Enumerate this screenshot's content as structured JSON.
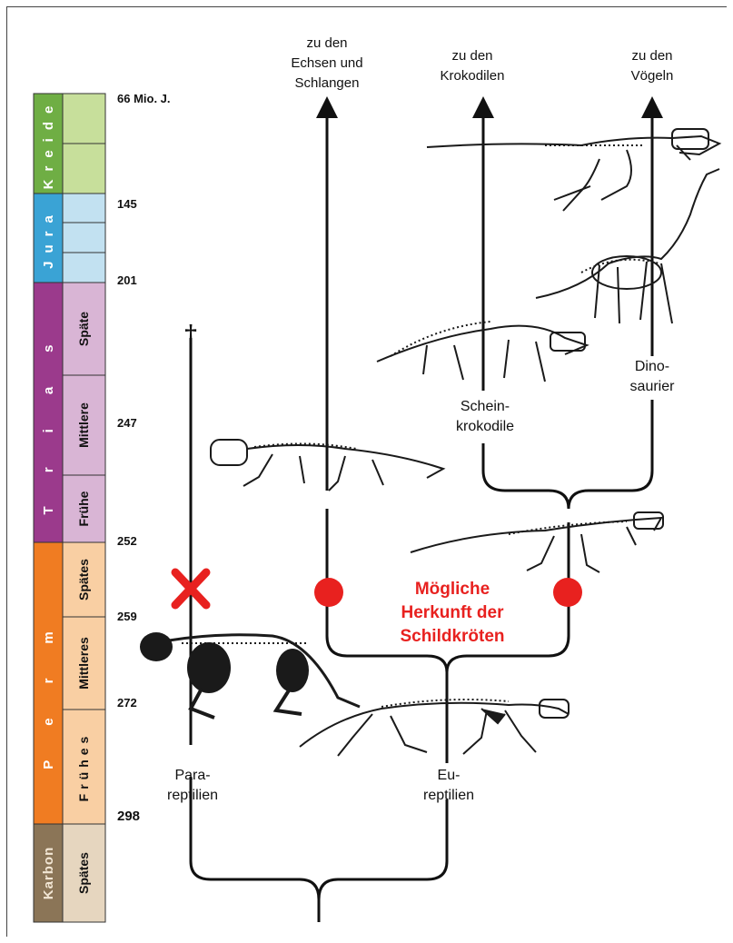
{
  "timescale": {
    "periods": [
      {
        "name": "Kreide",
        "color": "#6fae44"
      },
      {
        "name": "Jura",
        "color": "#3aa3d5"
      },
      {
        "name": "Trias",
        "color": "#9b3a8c"
      },
      {
        "name": "Perm",
        "color": "#f07c22"
      },
      {
        "name": "Karbon",
        "color": "#8b7557"
      }
    ],
    "epochs": [
      {
        "name": "Späte"
      },
      {
        "name": "Mittlere"
      },
      {
        "name": "Frühe"
      },
      {
        "name": "Spätes"
      },
      {
        "name": "Mittleres"
      },
      {
        "name": "Frühes"
      },
      {
        "name": "Spätes"
      }
    ],
    "ages": [
      "66 Mio. J.",
      "145",
      "201",
      "247",
      "252",
      "259",
      "272",
      "298"
    ]
  },
  "labels": {
    "lizards": [
      "zu den",
      "Echsen und",
      "Schlangen"
    ],
    "crocodiles": [
      "zu den",
      "Krokodilen"
    ],
    "birds": [
      "zu den",
      "Vögeln"
    ],
    "pseudo_crocs": [
      "Schein-",
      "krokodile"
    ],
    "dinosaurs": [
      "Dino-",
      "saurier"
    ],
    "parareptiles": [
      "Para-",
      "reptilien"
    ],
    "eureptiles": [
      "Eu-",
      "reptilien"
    ],
    "extinct_symbol": "†",
    "turtle_origin": [
      "Mögliche",
      "Herkunft der",
      "Schildkröten"
    ]
  },
  "colors": {
    "accent_red": "#e8211f",
    "kreide_epoch": "#c7df9b",
    "jura_epoch": "#c2e1f1",
    "trias_epoch": "#d9b5d5",
    "perm_epoch": "#f9cfa3",
    "karbon_epoch": "#e6d6bf"
  }
}
